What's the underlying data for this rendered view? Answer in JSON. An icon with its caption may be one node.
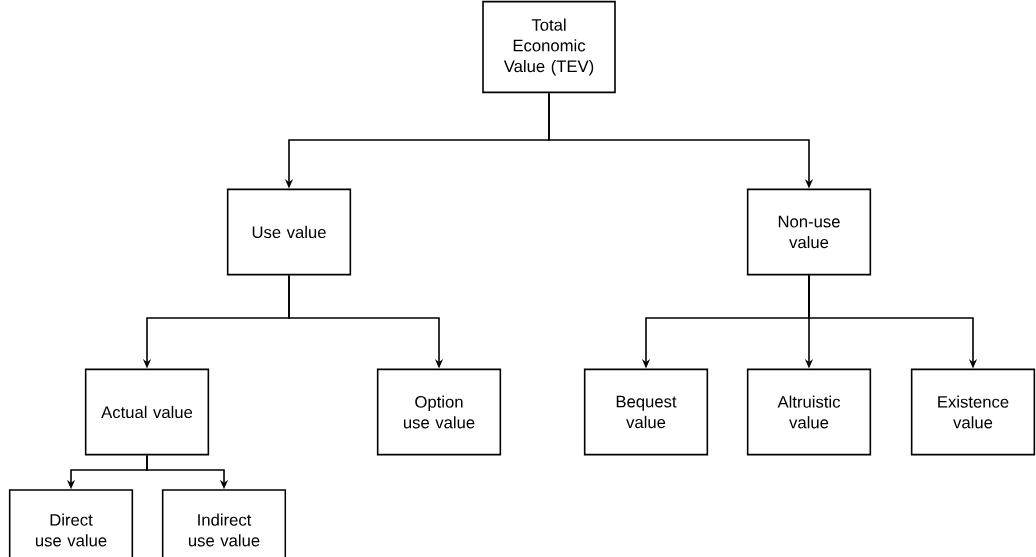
{
  "diagram": {
    "nodes": [
      {
        "text": [
          "Total Economic Value (TEV)"
        ]
      },
      {
        "text": [
          "Use value"
        ]
      },
      {
        "text": [
          "Non-use value"
        ]
      },
      {
        "text": [
          "Actual value"
        ]
      },
      {
        "text": [
          "Option use value"
        ]
      },
      {
        "text": [
          "Bequest value"
        ]
      },
      {
        "text": [
          "Altruistic value"
        ]
      },
      {
        "text": [
          "Existence value"
        ]
      },
      {
        "text": [
          "Direct use value"
        ]
      },
      {
        "text": [
          "Indirect use value"
        ]
      }
    ],
    "edges": [
      {
        "from": 0,
        "to": 1,
        "arrow": "to"
      },
      {
        "from": 0,
        "to": 2,
        "arrow": "to"
      },
      {
        "from": 1,
        "to": 3,
        "arrow": "to"
      },
      {
        "from": 1,
        "to": 4,
        "arrow": "to"
      },
      {
        "from": 2,
        "to": 5,
        "arrow": "to"
      },
      {
        "from": 2,
        "to": 6,
        "arrow": "to"
      },
      {
        "from": 2,
        "to": 7,
        "arrow": "to"
      },
      {
        "from": 3,
        "to": 8,
        "arrow": "to"
      },
      {
        "from": 3,
        "to": 9,
        "arrow": "to"
      }
    ]
  }
}
